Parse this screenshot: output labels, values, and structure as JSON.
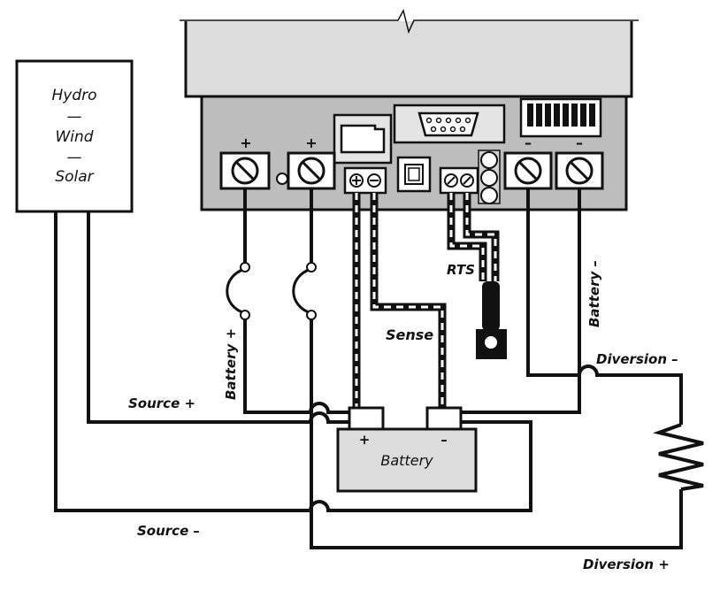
{
  "source_box": {
    "line1": "Hydro",
    "sep1": "—",
    "line2": "Wind",
    "sep2": "—",
    "line3": "Solar"
  },
  "terminals": {
    "plus_left": "+",
    "plus_right": "+",
    "minus_left": "–",
    "minus_right": "–"
  },
  "battery": {
    "label": "Battery",
    "plus": "+",
    "minus": "–"
  },
  "wire_labels": {
    "rts": "RTS",
    "sense": "Sense",
    "battery_plus": "Battery +",
    "battery_minus": "Battery –",
    "source_plus": "Source +",
    "source_minus": "Source –",
    "diversion_minus": "Diversion –",
    "diversion_plus": "Diversion +"
  }
}
